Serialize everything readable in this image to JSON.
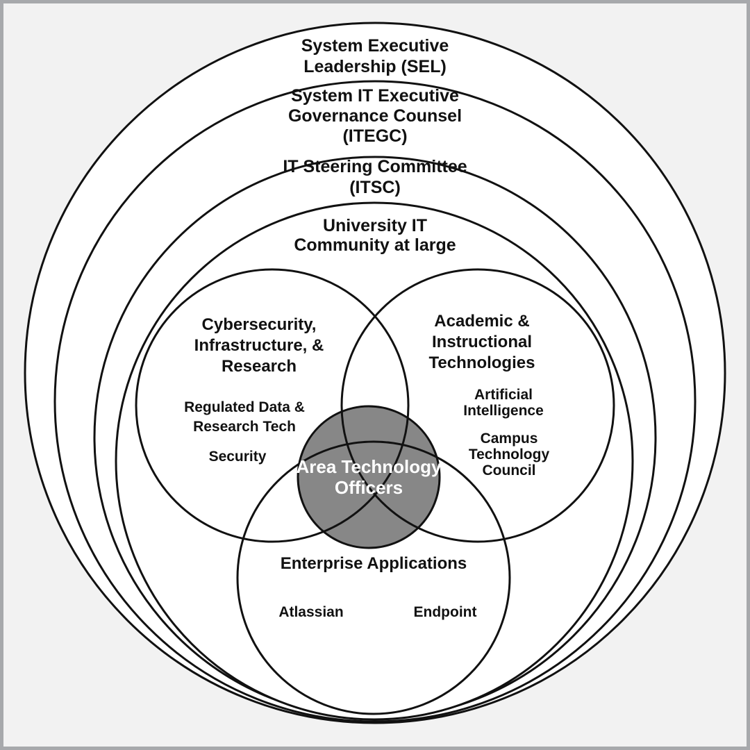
{
  "colors": {
    "page-bg": "#f2f2f2",
    "frame-border": "#a7a9ac",
    "circle-fill": "#ffffff",
    "stroke": "#111111",
    "center-fill": "#878787",
    "center-text": "#ffffff",
    "text": "#111111"
  },
  "rings": [
    {
      "lines": [
        "System Executive",
        "Leadership (SEL)"
      ]
    },
    {
      "lines": [
        "System IT Executive",
        "Governance Counsel",
        "(ITEGC)"
      ]
    },
    {
      "lines": [
        "IT Steering Committee",
        "(ITSC)"
      ]
    },
    {
      "lines": [
        "University IT",
        "Community at large"
      ]
    }
  ],
  "left_circle": {
    "title": [
      "Cybersecurity,",
      "Infrastructure, &",
      "Research"
    ],
    "item1": [
      "Regulated Data &",
      "Research Tech"
    ],
    "item2": [
      "Security"
    ]
  },
  "right_circle": {
    "title": [
      "Academic &",
      "Instructional",
      "Technologies"
    ],
    "item1": [
      "Artificial",
      "Intelligence"
    ],
    "item2": [
      "Campus",
      "Technology",
      "Council"
    ]
  },
  "bottom_circle": {
    "title": [
      "Enterprise Applications"
    ],
    "item1": [
      "Atlassian"
    ],
    "item2": [
      "Endpoint"
    ]
  },
  "center_circle": {
    "title": [
      "Area Technology",
      "Officers"
    ]
  }
}
